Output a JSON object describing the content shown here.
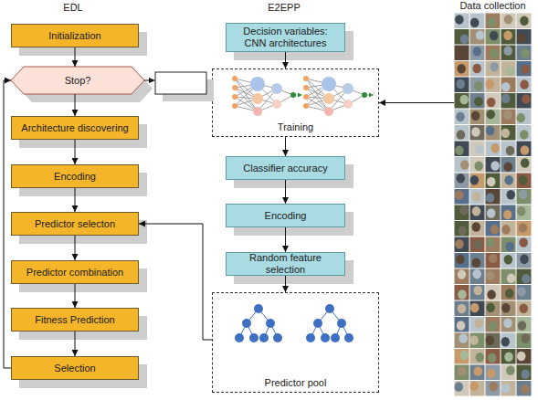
{
  "diagram": {
    "nodes": [
      {
        "text": [
          "Initialization"
        ]
      },
      {
        "text": [
          "Stop?"
        ]
      },
      {
        "text": [
          "Architecture discovering"
        ]
      },
      {
        "text": [
          "Encoding"
        ]
      },
      {
        "text": [
          "Predictor selecton"
        ]
      },
      {
        "text": [
          "Predictor combination"
        ]
      },
      {
        "text": [
          "Fitness Prediction"
        ]
      },
      {
        "text": [
          "Selection"
        ]
      },
      {
        "text": [
          "Decision variables: CNN architectures"
        ]
      },
      {
        "text": [
          "Training"
        ]
      },
      {
        "text": [
          "Classifier accuracy"
        ]
      },
      {
        "text": [
          "Encoding"
        ]
      },
      {
        "text": [
          "Random feature selection"
        ]
      },
      {
        "text": [
          "Predictor pool"
        ]
      },
      {
        "text": [
          "Data collection"
        ]
      }
    ],
    "edges": [
      {
        "from": 0,
        "to": 1,
        "arrow": "to"
      },
      {
        "from": 1,
        "to": 2,
        "arrow": "to"
      },
      {
        "from": 2,
        "to": 3,
        "arrow": "to"
      },
      {
        "from": 3,
        "to": 4,
        "arrow": "to"
      },
      {
        "from": 4,
        "to": 5,
        "arrow": "to"
      },
      {
        "from": 5,
        "to": 6,
        "arrow": "to"
      },
      {
        "from": 6,
        "to": 7,
        "arrow": "to"
      },
      {
        "from": 7,
        "to": 1,
        "arrow": "to"
      },
      {
        "from": 8,
        "to": 9,
        "arrow": "to"
      },
      {
        "from": 9,
        "to": 10,
        "arrow": "to"
      },
      {
        "from": 10,
        "to": 11,
        "arrow": "to"
      },
      {
        "from": 11,
        "to": 12,
        "arrow": "to"
      },
      {
        "from": 12,
        "to": 13,
        "arrow": "to"
      },
      {
        "from": 13,
        "to": 4,
        "arrow": "to"
      },
      {
        "from": 14,
        "to": 9,
        "arrow": "to"
      }
    ],
    "labels": [
      "EDL",
      "E2EPP"
    ]
  }
}
